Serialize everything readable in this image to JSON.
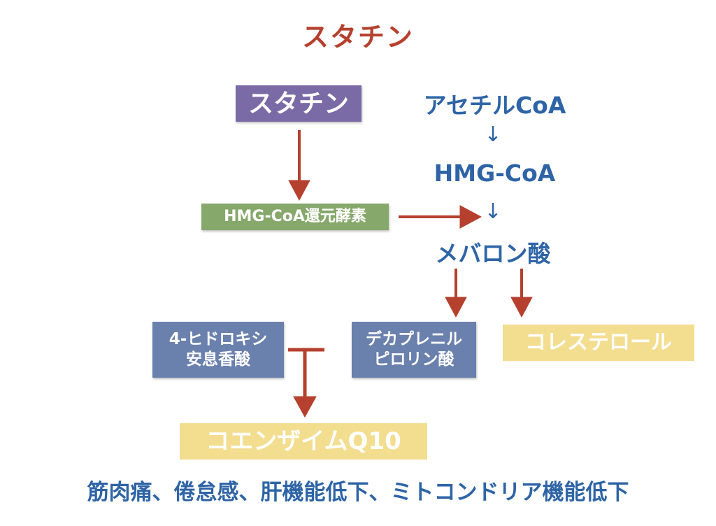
{
  "title": "スタチン",
  "nodes": {
    "statin": "スタチン",
    "acetyl_coa": "アセチルCoA",
    "hmg_coa": "HMG-CoA",
    "hmg_coa_reductase": "HMG-CoA還元酵素",
    "mevalonic_acid": "メバロン酸",
    "hydroxybenzoic_line1": "4-ヒドロキシ",
    "hydroxybenzoic_line2": "安息香酸",
    "decaprenyl_line1": "デカプレニル",
    "decaprenyl_line2": "ピロリン酸",
    "cholesterol": "コレステロール",
    "coenzyme_q10": "コエンザイムQ10"
  },
  "pathway_arrows": {
    "acetyl_to_hmg": "↓",
    "hmg_to_mevalonic": "↓"
  },
  "side_effects": "筋肉痛、倦怠感、肝機能低下、ミトコンドリア機能低下",
  "colors": {
    "title_red": "#b5402e",
    "arrow_red": "#b5402e",
    "pathway_blue": "#2e64a6",
    "statin_purple": "#7a6aa6",
    "enzyme_green": "#86a86b",
    "precursor_blue": "#6a80ad",
    "product_yellow": "#f3dd8f"
  }
}
